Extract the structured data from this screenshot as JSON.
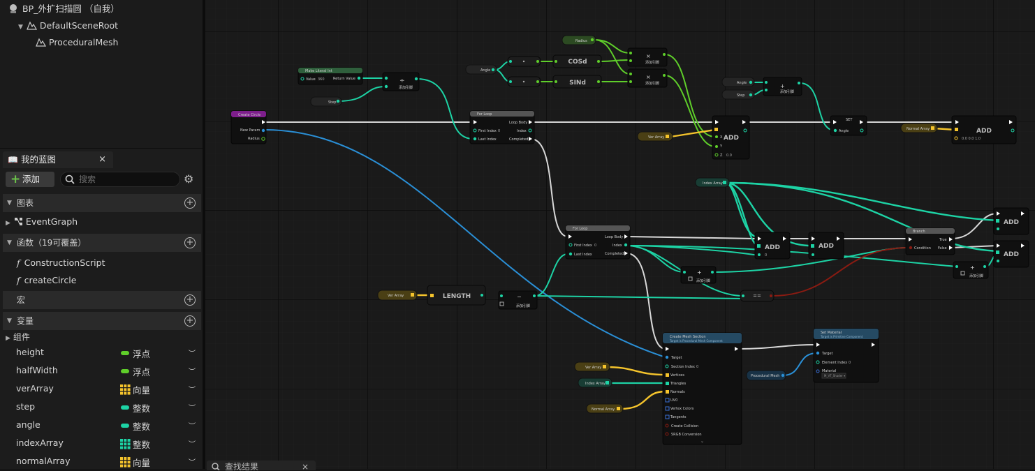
{
  "components": {
    "root": "BP_外扩扫描圆 （自我）",
    "scene_root": "DefaultSceneRoot",
    "mesh": "ProceduralMesh"
  },
  "my_blueprint": {
    "tab_label": "我的蓝图",
    "close": "×",
    "add_label": "添加",
    "search_placeholder": "搜索",
    "categories": {
      "graphs": "图表",
      "functions": "函数（19可覆盖）",
      "macros": "宏",
      "variables": "变量",
      "components": "组件"
    },
    "graphs": [
      "EventGraph"
    ],
    "functions": [
      "ConstructionScript",
      "createCircle"
    ],
    "variables": [
      {
        "name": "height",
        "type": "浮点",
        "color": "#5fce2a",
        "kind": "pill"
      },
      {
        "name": "halfWidth",
        "type": "浮点",
        "color": "#5fce2a",
        "kind": "pill"
      },
      {
        "name": "verArray",
        "type": "向量",
        "color": "#f5c42c",
        "kind": "array"
      },
      {
        "name": "step",
        "type": "整数",
        "color": "#1dd3a5",
        "kind": "pill"
      },
      {
        "name": "angle",
        "type": "整数",
        "color": "#1dd3a5",
        "kind": "pill"
      },
      {
        "name": "indexArray",
        "type": "整数",
        "color": "#1dd3a5",
        "kind": "array"
      },
      {
        "name": "normalArray",
        "type": "向量",
        "color": "#f5c42c",
        "kind": "array"
      }
    ]
  },
  "find_results": "查找结果",
  "graph": {
    "nodes": {
      "create_circle": {
        "title": "Create Circle",
        "pins": [
          "New Param",
          "Radius"
        ]
      },
      "make_literal": {
        "title": "Make Literal Int",
        "pin_value": "Value",
        "value": "360",
        "pin_return": "Return Value"
      },
      "divide": {
        "op": "÷",
        "add_pin": "添加引脚"
      },
      "step": "Step",
      "for_loop1": {
        "title": "For Loop",
        "pins": [
          "First Index",
          "Last Index",
          "Loop Body",
          "Index",
          "Completed"
        ],
        "first_index": "0"
      },
      "radius": "Radius",
      "angle": "Angle",
      "cos": "COSd",
      "sin": "SINd",
      "mult": "×",
      "add_pin": "添加引脚",
      "ver_array": "Ver Array",
      "add": "ADD",
      "make_vec": {
        "x": "X",
        "y": "Y",
        "z": "Z",
        "z_value": "0.0"
      },
      "angle2": "Angle",
      "step2": "Step",
      "plus": "+",
      "set": {
        "title": "SET",
        "pin": "Angle"
      },
      "normal_array": "Normal Array",
      "normal_vec": "0.0  0.0  1.0",
      "index_array": "Index Array",
      "for_loop2": {
        "title": "For Loop",
        "pins": [
          "First Index",
          "Last Index",
          "Loop Body",
          "Index",
          "Completed"
        ],
        "first_index": "0"
      },
      "length": "LENGTH",
      "minus": "−",
      "equals": "==",
      "branch": {
        "title": "Branch",
        "pins": [
          "Condition",
          "True",
          "False"
        ]
      },
      "add_small": "0",
      "create_mesh": {
        "title": "Create Mesh Section",
        "subtitle": "Target is Procedural Mesh Component",
        "pins": [
          "Target",
          "Section Index",
          "Vertices",
          "Triangles",
          "Normals",
          "UV0",
          "Vertex Colors",
          "Tangents",
          "Create Collision",
          "SRGB Conversion"
        ],
        "section_index": "0"
      },
      "set_material": {
        "title": "Set Material",
        "subtitle": "Target is Primitive Component",
        "pins": [
          "Target",
          "Element Index",
          "Material"
        ],
        "element_index": "0",
        "material_value": "M_VT_Shader ▾"
      },
      "procedural_mesh": "Procedural Mesh"
    }
  }
}
